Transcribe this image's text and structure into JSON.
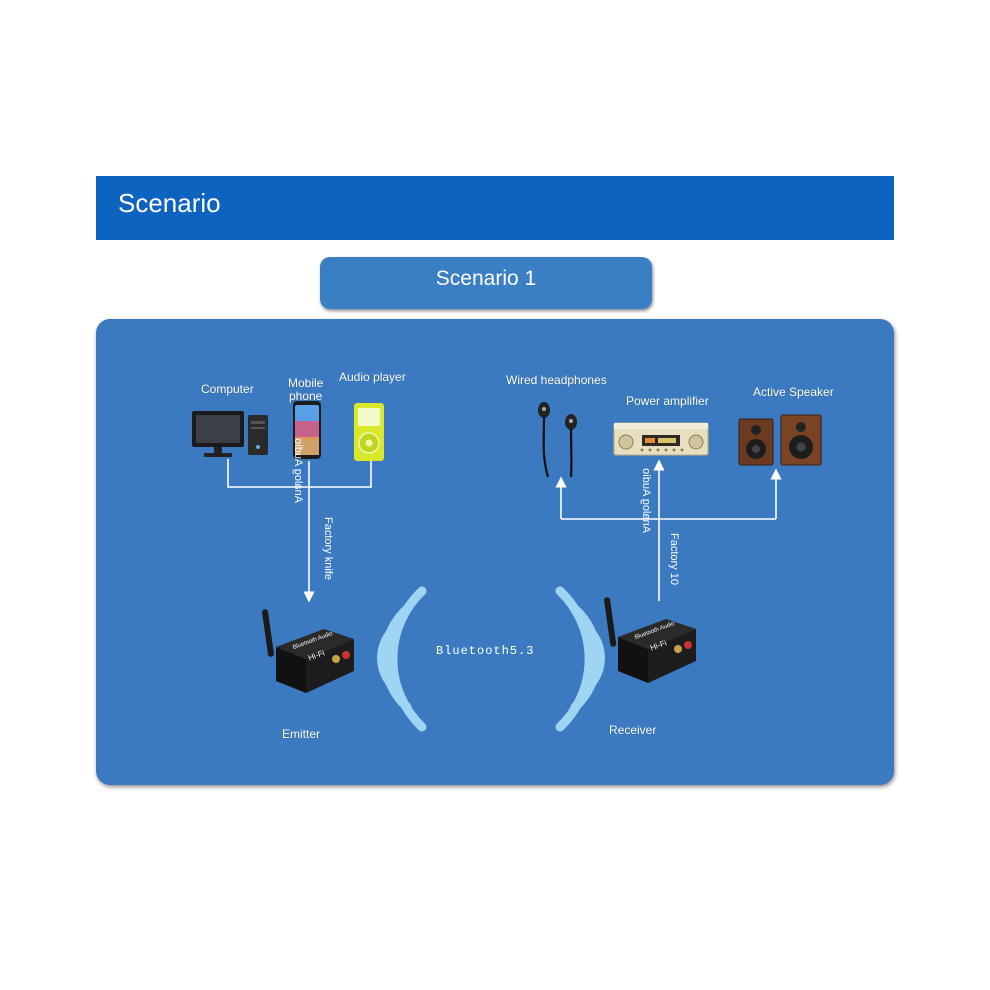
{
  "banner": {
    "title": "Scenario"
  },
  "scenario": {
    "title": "Scenario 1"
  },
  "sources": {
    "computer": "Computer",
    "mobile": "Mobile\nphone",
    "audio_player": "Audio player"
  },
  "outputs": {
    "headphones": "Wired headphones",
    "amplifier": "Power amplifier",
    "speaker": "Active Speaker"
  },
  "links": {
    "emitter_line1": "Analog Audio",
    "emitter_line2": "Factory knife",
    "receiver_line1": "Analog Audio",
    "receiver_line2": "Factory 10"
  },
  "wireless": "Bluetooth5.3",
  "devices": {
    "emitter": "Emitter",
    "receiver": "Receiver",
    "box_brand": "Bluetooth Audio",
    "box_model": "Hi-Fi"
  },
  "colors": {
    "banner": "#0d63c0",
    "panel": "#3b7ac0",
    "waves": "#9fd4f3"
  }
}
